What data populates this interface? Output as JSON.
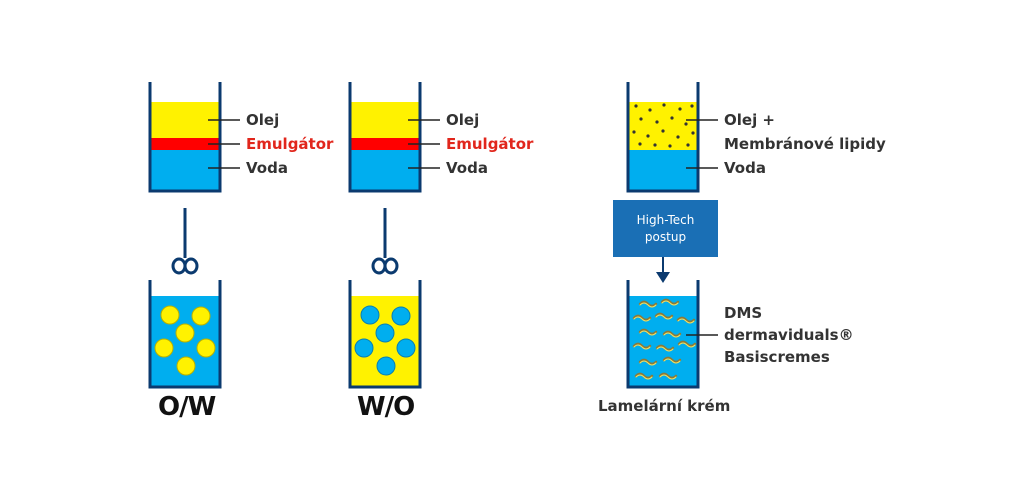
{
  "labels": {
    "oil": "Olej",
    "emulsifier": "Emulgátor",
    "water": "Voda",
    "oil_plus": "Olej +",
    "membrane_lipids": "Membránové lipidy",
    "dms": "DMS",
    "dermaviduals": "dermaviduals®",
    "basiscremes": "Basiscremes"
  },
  "process": {
    "line1": "High-Tech",
    "line2": "postup"
  },
  "captions": {
    "ow": "O/W",
    "wo": "W/O",
    "lamellar": "Lamelární krém"
  },
  "colors": {
    "oil": "#fff200",
    "emulsifier": "#ff0000",
    "water": "#00aeef",
    "container": "#0b3a6f",
    "process": "#1a6fb5",
    "label_red": "#e1261c"
  },
  "icons": [
    "stirrer-icon",
    "arrow-down-icon"
  ]
}
